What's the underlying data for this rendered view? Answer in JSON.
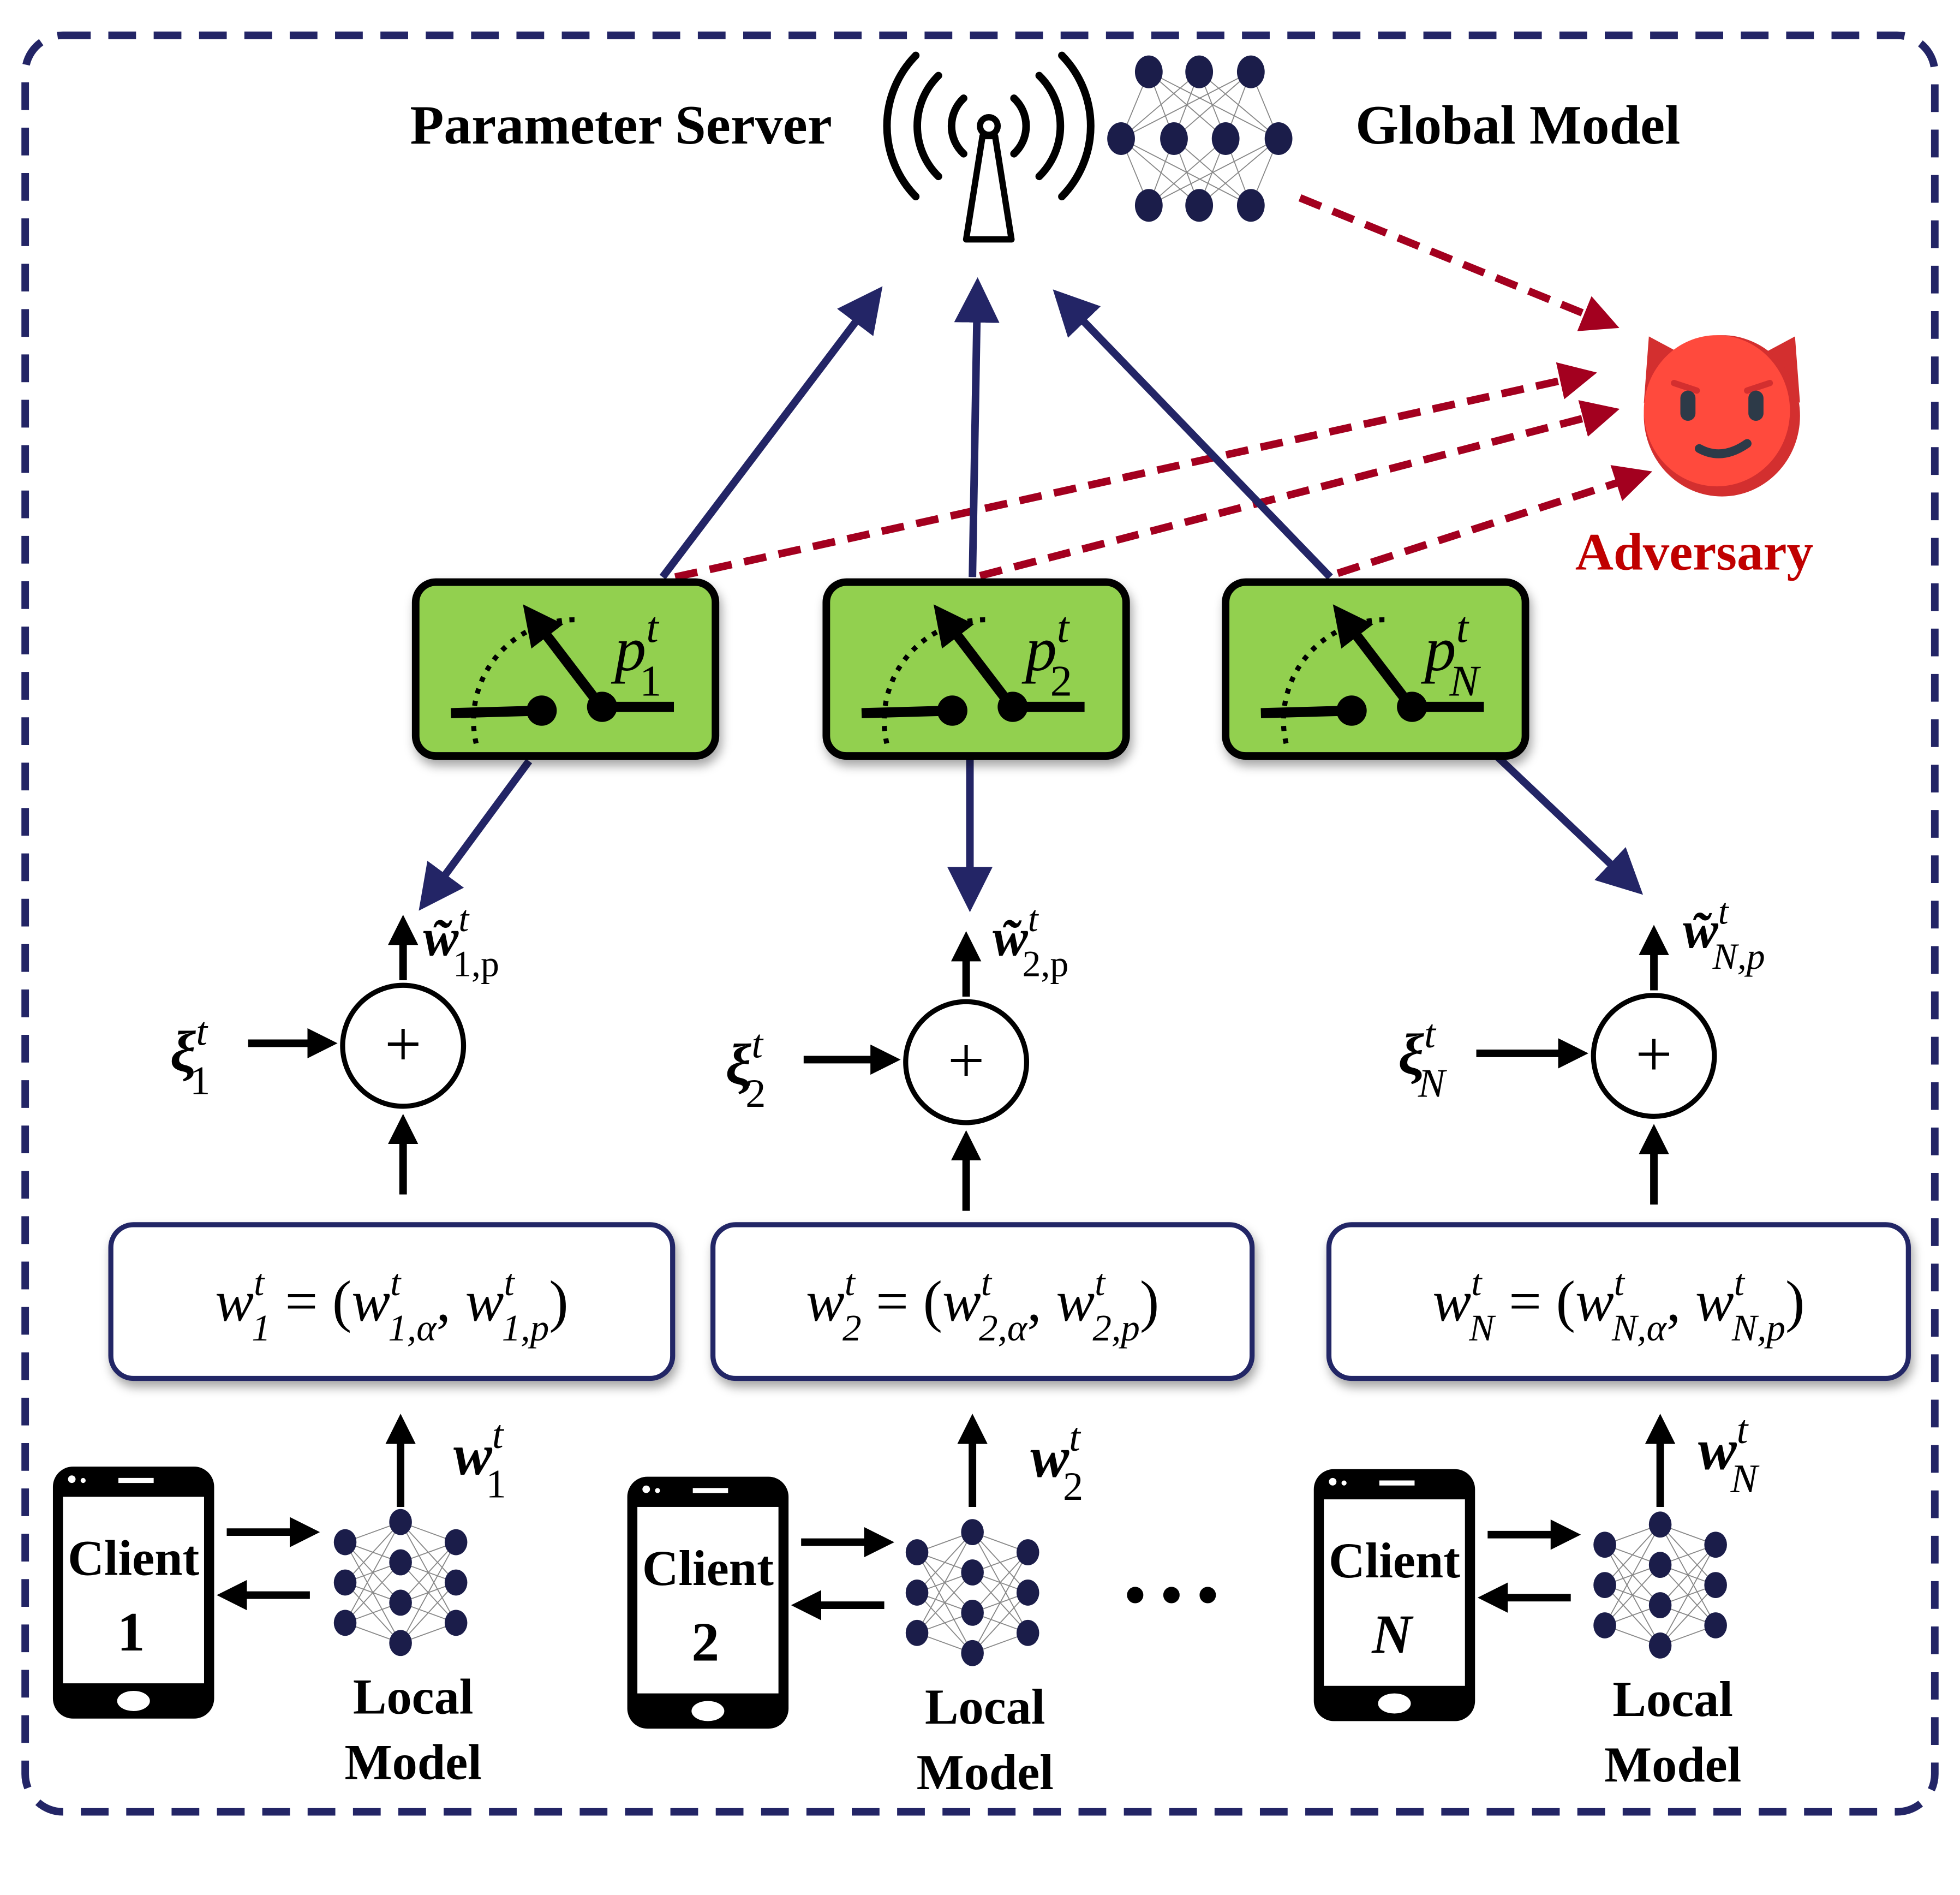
{
  "server": {
    "label": "Parameter Server",
    "icon": "antenna-tower-icon"
  },
  "global_model": {
    "label": "Global Model",
    "icon": "neural-network-icon"
  },
  "adversary": {
    "label": "Adversary",
    "icon": "smiling-devil-icon"
  },
  "ellipsis": "• • •",
  "colors": {
    "border": "#232566",
    "upload_arrow": "#232566",
    "attack_arrow": "#A3001F",
    "gate_fill": "#92D050",
    "adversary_text": "#C00000",
    "devil_face": "#FF4A3D",
    "devil_shade": "#D32F2F",
    "node": "#1B1D4A"
  },
  "clients": [
    {
      "name": "Client",
      "id": "1",
      "local_model_label": [
        "Local",
        "Model"
      ],
      "weight": {
        "base": "w",
        "sup": "t",
        "sub": "1"
      },
      "noise": {
        "base": "ξ",
        "sup": "t",
        "sub": "1"
      },
      "perturbed": {
        "base": "w̃",
        "sup": "t",
        "sub": "1,p"
      },
      "gate": {
        "base": "p",
        "sup": "t",
        "sub": "1"
      },
      "split": {
        "lhs_sub": "1",
        "a_sub": "1,α",
        "p_sub": "1,p"
      }
    },
    {
      "name": "Client",
      "id": "2",
      "local_model_label": [
        "Local",
        "Model"
      ],
      "weight": {
        "base": "w",
        "sup": "t",
        "sub": "2"
      },
      "noise": {
        "base": "ξ",
        "sup": "t",
        "sub": "2"
      },
      "perturbed": {
        "base": "w̃",
        "sup": "t",
        "sub": "2,p"
      },
      "gate": {
        "base": "p",
        "sup": "t",
        "sub": "2"
      },
      "split": {
        "lhs_sub": "2",
        "a_sub": "2,α",
        "p_sub": "2,p"
      }
    },
    {
      "name": "Client",
      "id": "N",
      "local_model_label": [
        "Local",
        "Model"
      ],
      "weight": {
        "base": "w",
        "sup": "t",
        "sub": "N"
      },
      "noise": {
        "base": "ξ",
        "sup": "t",
        "sub": "N"
      },
      "perturbed": {
        "base": "w̃",
        "sup": "t",
        "sub": "N,p"
      },
      "gate": {
        "base": "p",
        "sup": "t",
        "sub": "N"
      },
      "split": {
        "lhs_sub": "N",
        "a_sub": "N,α",
        "p_sub": "N,p"
      }
    }
  ],
  "symbols": {
    "plus": "+",
    "equals": "=",
    "w": "w",
    "t": "t",
    "open": "(",
    "close": ")",
    "comma": ","
  }
}
